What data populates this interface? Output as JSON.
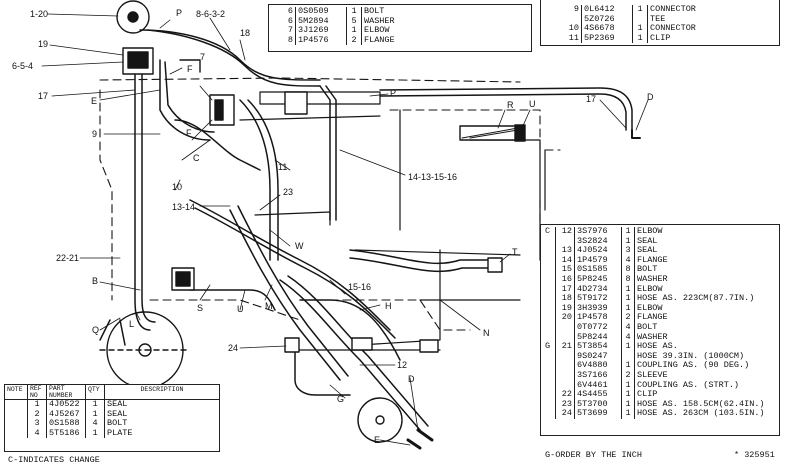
{
  "diagram_labels": {
    "l_1_20": "1-20",
    "l_p_top": "P",
    "l_8_6_3_2": "8-6-3-2",
    "l_18": "18",
    "l_19": "19",
    "l_6_5_4": "6-5-4",
    "l_f_top": "F",
    "l_17_left": "17",
    "l_e_left": "E",
    "l_7": "7",
    "l_p_mid": "P",
    "l_r": "R",
    "l_u": "U",
    "l_17_right": "17",
    "l_d_right": "D",
    "l_9": "9",
    "l_f_mid": "F",
    "l_c": "C",
    "l_10": "10",
    "l_11": "11",
    "l_14_13_15_16": "14-13-15-16",
    "l_23": "23",
    "l_13_14": "13-14",
    "l_w": "W",
    "l_22_21": "22-21",
    "l_t": "T",
    "l_b_left": "B",
    "l_s": "S",
    "l_u_bottom": "U",
    "l_m": "M",
    "l_15_16": "15-16",
    "l_h": "H",
    "l_n": "N",
    "l_q": "Q",
    "l_l": "L",
    "l_24": "24",
    "l_12": "12",
    "l_g": "G",
    "l_d_bottom": "D",
    "l_e_bottom": "E"
  },
  "table_top_mid": {
    "rows": [
      {
        "note": "",
        "ref": "6",
        "part": "0S0509",
        "qty": "1",
        "desc": "BOLT"
      },
      {
        "note": "",
        "ref": "6",
        "part": "5M2894",
        "qty": "5",
        "desc": "WASHER"
      },
      {
        "note": "",
        "ref": "7",
        "part": "3J1269",
        "qty": "1",
        "desc": "ELBOW"
      },
      {
        "note": "",
        "ref": "8",
        "part": "1P4576",
        "qty": "2",
        "desc": "FLANGE"
      }
    ]
  },
  "table_top_right": {
    "rows": [
      {
        "note": "",
        "ref": "9",
        "part": "0L6412",
        "qty": "1",
        "desc": "CONNECTOR"
      },
      {
        "note": "",
        "ref": "",
        "part": "5Z0726",
        "qty": "",
        "desc": "TEE"
      },
      {
        "note": "",
        "ref": "10",
        "part": "4S6678",
        "qty": "1",
        "desc": "CONNECTOR"
      },
      {
        "note": "",
        "ref": "11",
        "part": "5P2369",
        "qty": "1",
        "desc": "CLIP"
      }
    ]
  },
  "table_right": {
    "rows": [
      {
        "note": "C",
        "ref": "12",
        "part": "3S7976",
        "qty": "1",
        "desc": "ELBOW"
      },
      {
        "note": "",
        "ref": "",
        "part": "3S2824",
        "qty": "1",
        "desc": "SEAL"
      },
      {
        "note": "",
        "ref": "13",
        "part": "4J0524",
        "qty": "3",
        "desc": "SEAL"
      },
      {
        "note": "",
        "ref": "14",
        "part": "1P4579",
        "qty": "4",
        "desc": "FLANGE"
      },
      {
        "note": "",
        "ref": "15",
        "part": "0S1585",
        "qty": "8",
        "desc": "BOLT"
      },
      {
        "note": "",
        "ref": "16",
        "part": "5P8245",
        "qty": "8",
        "desc": "WASHER"
      },
      {
        "note": "",
        "ref": "17",
        "part": "4D2734",
        "qty": "1",
        "desc": "ELBOW"
      },
      {
        "note": "",
        "ref": "18",
        "part": "5T9172",
        "qty": "1",
        "desc": "HOSE AS. 223CM(87.7IN.)"
      },
      {
        "note": "",
        "ref": "19",
        "part": "3H3939",
        "qty": "1",
        "desc": "ELBOW"
      },
      {
        "note": "",
        "ref": "20",
        "part": "1P4578",
        "qty": "2",
        "desc": "FLANGE"
      },
      {
        "note": "",
        "ref": "",
        "part": "0T0772",
        "qty": "4",
        "desc": "BOLT"
      },
      {
        "note": "",
        "ref": "",
        "part": "5P8244",
        "qty": "4",
        "desc": "WASHER"
      },
      {
        "note": "G",
        "ref": "21",
        "part": "5T3854",
        "qty": "1",
        "desc": "HOSE AS."
      },
      {
        "note": "",
        "ref": "",
        "part": "9S0247",
        "qty": "",
        "desc": "HOSE 39.3IN. (1000CM)"
      },
      {
        "note": "",
        "ref": "",
        "part": "6V4880",
        "qty": "1",
        "desc": "COUPLING AS. (90 DEG.)"
      },
      {
        "note": "",
        "ref": "",
        "part": "3S7166",
        "qty": "2",
        "desc": "SLEEVE"
      },
      {
        "note": "",
        "ref": "",
        "part": "6V4461",
        "qty": "1",
        "desc": "COUPLING AS. (STRT.)"
      },
      {
        "note": "",
        "ref": "22",
        "part": "4S4455",
        "qty": "1",
        "desc": "CLIP"
      },
      {
        "note": "",
        "ref": "23",
        "part": "5T3700",
        "qty": "1",
        "desc": "HOSE AS. 158.5CM(62.4IN.)"
      },
      {
        "note": "",
        "ref": "24",
        "part": "5T3699",
        "qty": "1",
        "desc": "HOSE AS. 263CM (103.5IN.)"
      }
    ]
  },
  "table_bottom_left": {
    "headers": {
      "note": "NOTE",
      "ref": "REF NO",
      "part": "PART NUMBER",
      "qty": "QTY",
      "desc": "DESCRIPTION"
    },
    "rows": [
      {
        "note": "",
        "ref": "1",
        "part": "4J0522",
        "qty": "1",
        "desc": "SEAL"
      },
      {
        "note": "",
        "ref": "2",
        "part": "4J5267",
        "qty": "1",
        "desc": "SEAL"
      },
      {
        "note": "",
        "ref": "3",
        "part": "0S1588",
        "qty": "4",
        "desc": "BOLT"
      },
      {
        "note": "",
        "ref": "4",
        "part": "5T5186",
        "qty": "1",
        "desc": "PLATE"
      }
    ]
  },
  "footer": {
    "left": "C-INDICATES CHANGE",
    "mid": "G-ORDER BY THE INCH",
    "right": "* 325951"
  }
}
